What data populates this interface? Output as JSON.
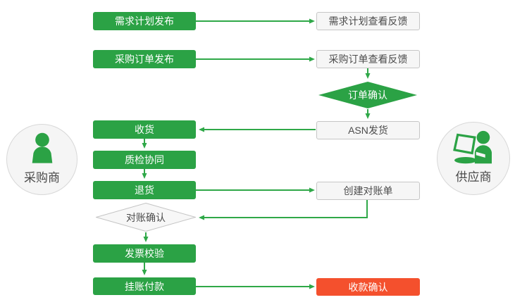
{
  "palette": {
    "green": "#2BA245",
    "green_line": "#2FA848",
    "red": "#F4502D",
    "node_fill": "#F6F6F6",
    "node_border": "#C6C6C6",
    "circle_fill": "#F5F5F5"
  },
  "actors": {
    "buyer": {
      "label": "采购商",
      "icon": "person-silhouette-icon"
    },
    "supplier": {
      "label": "供应商",
      "icon": "person-with-laptop-icon"
    }
  },
  "nodes": {
    "demand_publish": {
      "label": "需求计划发布"
    },
    "demand_feedback": {
      "label": "需求计划查看反馈"
    },
    "po_publish": {
      "label": "采购订单发布"
    },
    "po_feedback": {
      "label": "采购订单查看反馈"
    },
    "order_confirm": {
      "label": "订单确认"
    },
    "receive": {
      "label": "收货"
    },
    "asn_ship": {
      "label": "ASN发货"
    },
    "quality_check": {
      "label": "质检协同"
    },
    "return_goods": {
      "label": "退货"
    },
    "create_statement": {
      "label": "创建对账单"
    },
    "recon_confirm": {
      "label": "对账确认"
    },
    "invoice_verify": {
      "label": "发票校验"
    },
    "payment": {
      "label": "挂账付款"
    },
    "receipt_confirm": {
      "label": "收款确认"
    }
  }
}
